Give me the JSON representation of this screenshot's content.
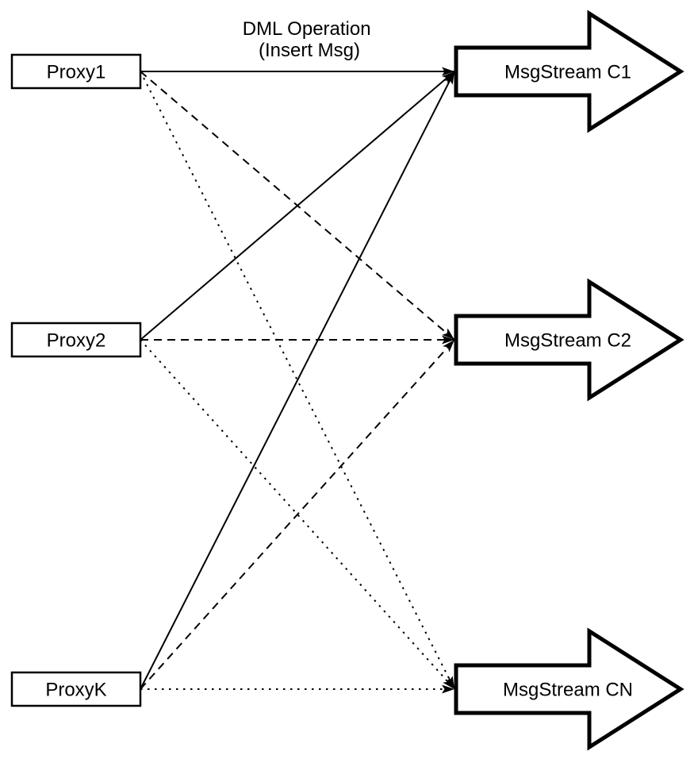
{
  "diagram": {
    "edge_label": {
      "line1": "DML Operation",
      "line2": "(Insert Msg)"
    },
    "proxies": [
      {
        "id": "proxy1",
        "label": "Proxy1"
      },
      {
        "id": "proxy2",
        "label": "Proxy2"
      },
      {
        "id": "proxyk",
        "label": "ProxyK"
      }
    ],
    "streams": [
      {
        "id": "c1",
        "label": "MsgStream C1"
      },
      {
        "id": "c2",
        "label": "MsgStream C2"
      },
      {
        "id": "cn",
        "label": "MsgStream CN"
      }
    ],
    "edges": [
      {
        "from": "proxy1",
        "to": "c1",
        "style": "solid"
      },
      {
        "from": "proxy1",
        "to": "c2",
        "style": "dashed"
      },
      {
        "from": "proxy1",
        "to": "cn",
        "style": "dotted"
      },
      {
        "from": "proxy2",
        "to": "c1",
        "style": "solid"
      },
      {
        "from": "proxy2",
        "to": "c2",
        "style": "dashed"
      },
      {
        "from": "proxy2",
        "to": "cn",
        "style": "dotted"
      },
      {
        "from": "proxyk",
        "to": "c1",
        "style": "solid"
      },
      {
        "from": "proxyk",
        "to": "c2",
        "style": "dashed"
      },
      {
        "from": "proxyk",
        "to": "cn",
        "style": "dotted"
      }
    ],
    "colors": {
      "stroke": "#000000",
      "fill": "#ffffff"
    }
  }
}
